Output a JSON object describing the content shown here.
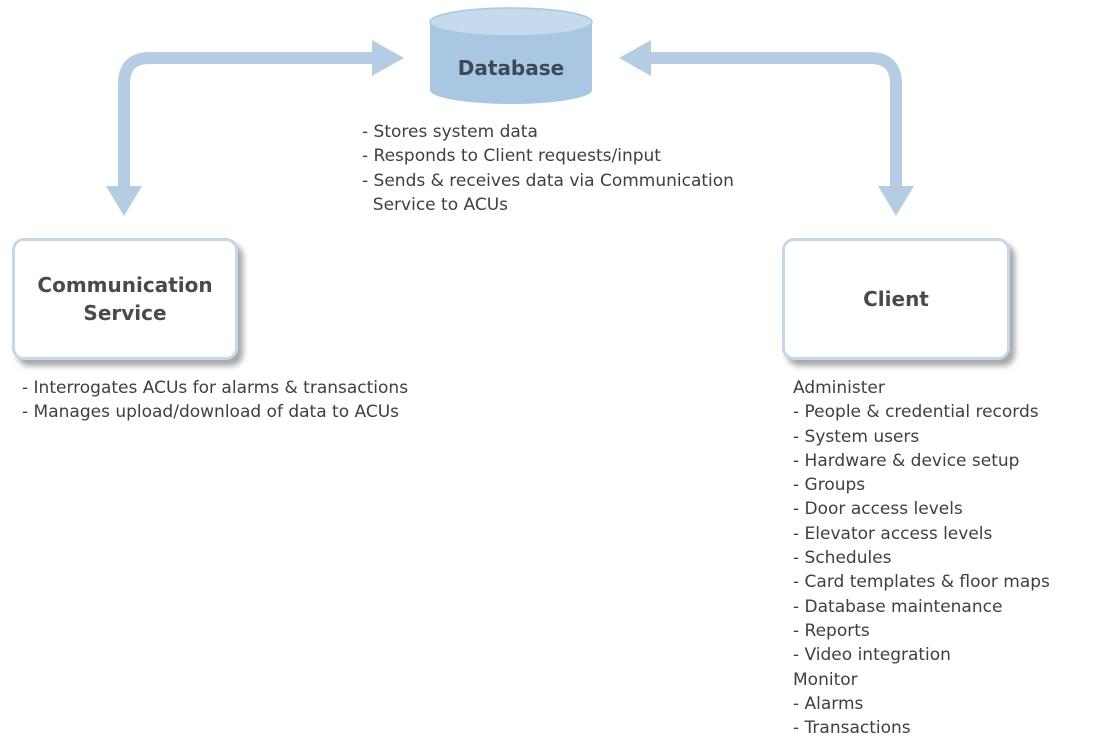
{
  "database": {
    "label": "Database",
    "description": [
      "- Stores system data",
      "- Responds to Client requests/input",
      "- Sends & receives data via Communication",
      "  Service to ACUs"
    ]
  },
  "communication_service": {
    "label": "Communication\nService",
    "description": [
      "- Interrogates ACUs for alarms & transactions",
      "- Manages upload/download of data to ACUs"
    ]
  },
  "client": {
    "label": "Client",
    "description": [
      "Administer",
      "- People & credential records",
      "- System users",
      "- Hardware & device setup",
      "- Groups",
      "- Door access levels",
      "- Elevator access levels",
      "- Schedules",
      "- Card templates & floor maps",
      "- Database maintenance",
      "- Reports",
      "- Video integration",
      "Monitor",
      "- Alarms",
      "- Transactions"
    ]
  },
  "colors": {
    "arrow": "#b5cde3",
    "cylinder_body": "#a9c6e2",
    "cylinder_top": "#c6daee",
    "box_border": "#c5d7e8"
  }
}
